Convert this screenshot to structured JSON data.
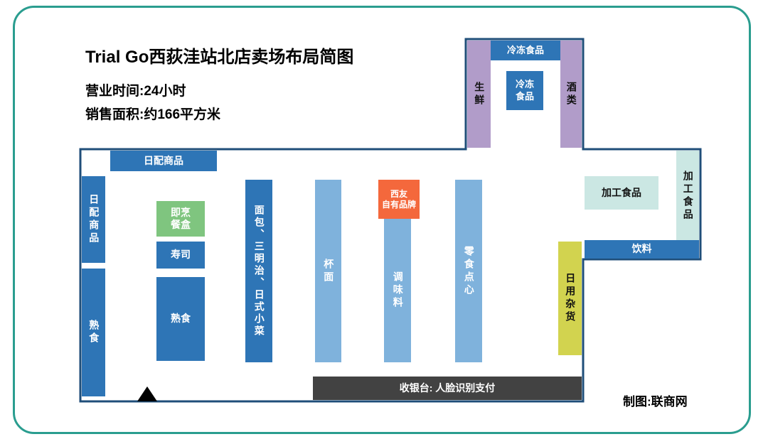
{
  "header": {
    "title": "Trial Go西荻洼站北店卖场布局简图",
    "hours": "营业时间:24小时",
    "area": "销售面积:约166平方米"
  },
  "zones": {
    "frozen_bar": "冷冻食品",
    "frozen_island_line1": "冷冻",
    "frozen_island_line2": "食品",
    "fresh": "生鲜",
    "alcohol": "酒类",
    "daily_goods_top": "日配商品",
    "daily_goods_left": "日配商品",
    "deli_left": "熟食",
    "ready_meal_line1": "即烹",
    "ready_meal_line2": "餐盒",
    "sushi": "寿司",
    "deli": "熟食",
    "bread_sandwich": "面包、三明治、日式小菜",
    "cup_noodles": "杯面",
    "seiyu_brand_line1": "西友",
    "seiyu_brand_line2": "自有品牌",
    "seasoning": "调味料",
    "snacks": "零食点心",
    "processed_food_island": "加工食品",
    "processed_food_strip": "加工食品",
    "drinks": "饮料",
    "daily_sundries": "日用杂货",
    "checkout": "收银台: 人脸识别支付"
  },
  "credit": "制图:联商网",
  "colors": {
    "frame_border": "#2a9d8f",
    "wall_outline": "#1f4e79",
    "dark_blue": "#2e75b6",
    "light_blue": "#7fb2dc",
    "purple": "#b19cc9",
    "green": "#7fc57f",
    "orange": "#f4683c",
    "light_teal": "#cbe7e3",
    "yellow_green": "#d2d34f",
    "checkout_gray": "#424242"
  }
}
